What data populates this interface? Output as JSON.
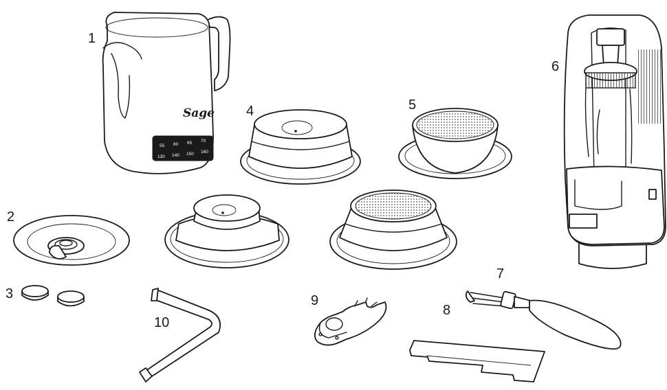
{
  "labels": [
    {
      "id": "jug",
      "number": "1"
    },
    {
      "id": "cleaning-disc",
      "number": "2"
    },
    {
      "id": "cleaning-tablets",
      "number": "3"
    },
    {
      "id": "single-wall-filter",
      "number": "4"
    },
    {
      "id": "dual-wall-filter",
      "number": "5"
    },
    {
      "id": "water-filter-holder",
      "number": "6"
    },
    {
      "id": "cleaning-brush",
      "number": "7"
    },
    {
      "id": "test-strip",
      "number": "8"
    },
    {
      "id": "tool",
      "number": "9"
    },
    {
      "id": "allen-key",
      "number": "10"
    }
  ],
  "jug": {
    "brand": "Sage",
    "scale_top": [
      "55",
      "60",
      "65",
      "70"
    ],
    "scale_bottom": [
      "130",
      "140",
      "150",
      "160"
    ]
  },
  "colors": {
    "line": "#1a1a1a",
    "background": "#ffffff",
    "mesh": "#555555"
  }
}
